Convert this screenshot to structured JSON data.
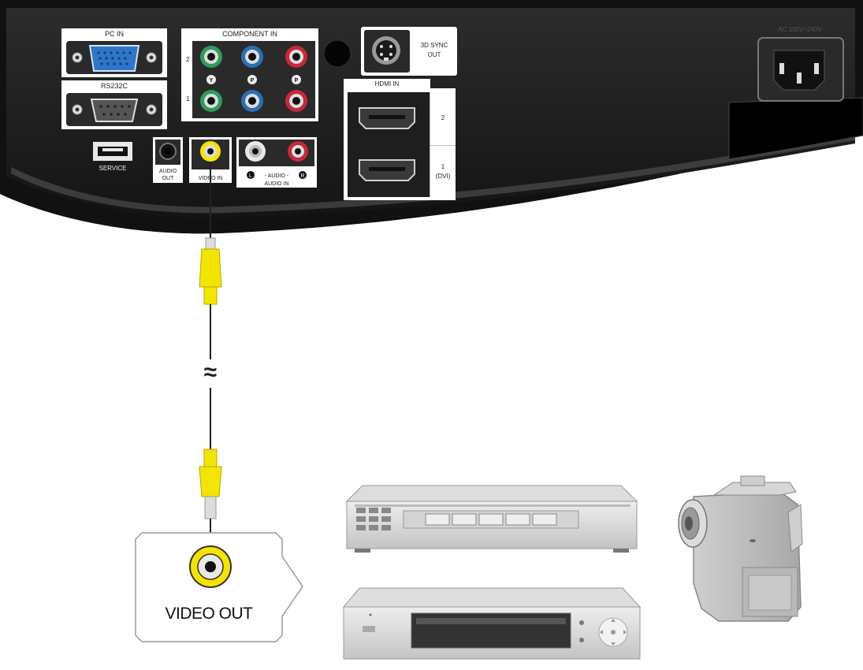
{
  "panel": {
    "pc_in_label": "PC IN",
    "rs232c_label": "RS232C",
    "component_in_label": "COMPONENT IN",
    "component_row_2": "2",
    "component_row_1": "1",
    "component_y": "Y",
    "component_pb": "P",
    "component_pr": "P",
    "sync_out_line1": "3D SYNC",
    "sync_out_line2": "OUT",
    "hdmi_in_label": "HDMI IN",
    "hdmi_port_2": "2",
    "hdmi_port_1": "1",
    "hdmi_port_1_note": "(DVI)",
    "service_label": "SERVICE",
    "audio_out_line1": "AUDIO",
    "audio_out_line2": "OUT",
    "video_in_label": "VIDEO IN",
    "audio_l": "L",
    "audio_mid": "- AUDIO -",
    "audio_r": "R",
    "audio_in_label": "AUDIO IN",
    "power_label": "AC 100V~240V"
  },
  "cable": {
    "break_symbol": "≈",
    "color": "#f2e600"
  },
  "callout": {
    "label": "VIDEO OUT"
  },
  "colors": {
    "panel": "#1f1f1f",
    "component_green": "#2e9c5a",
    "component_blue": "#2a6fb5",
    "component_red": "#c8283a",
    "vga_blue": "#2f76c8",
    "rca_yellow": "#f5e400"
  }
}
